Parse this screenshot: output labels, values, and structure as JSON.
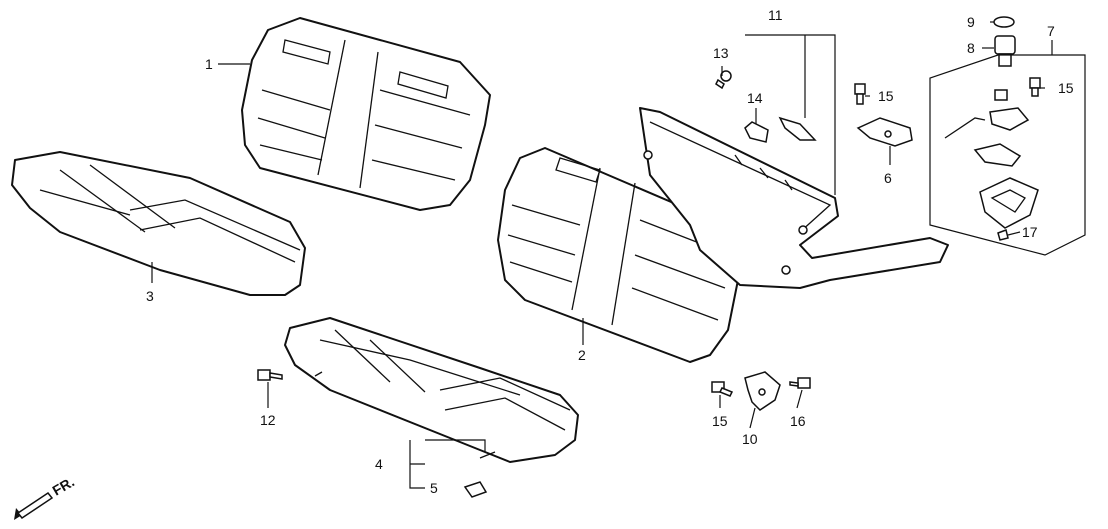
{
  "callouts": {
    "c1": "1",
    "c2": "2",
    "c3": "3",
    "c4": "4",
    "c5": "5",
    "c6": "6",
    "c7": "7",
    "c8": "8",
    "c9": "9",
    "c10": "10",
    "c11": "11",
    "c12": "12",
    "c13": "13",
    "c14": "14",
    "c15a": "15",
    "c15b": "15",
    "c15c": "15",
    "c16": "16",
    "c17": "17"
  },
  "front_marker": "FR."
}
